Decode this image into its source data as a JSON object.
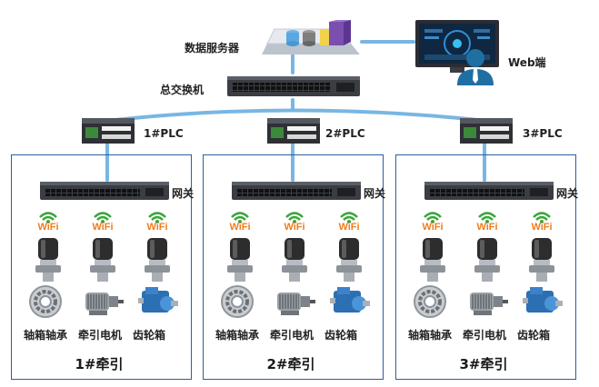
{
  "diagram": {
    "server_label": "数据服务器",
    "core_switch_label": "总交换机",
    "web_label": "Web端",
    "gateway_label": "网关",
    "colors": {
      "link": "#79b6e3",
      "frame": "#2b5f9c",
      "wifi_green": "#3aa63a",
      "wifi_orange": "#f07c1c"
    },
    "groups": [
      {
        "plc_label": "1#PLC",
        "title": "1#牵引",
        "wifi_text": [
          "WiFi",
          "WiFi",
          "WiFi"
        ],
        "components": [
          "轴箱轴承",
          "牵引电机",
          "齿轮箱"
        ]
      },
      {
        "plc_label": "2#PLC",
        "title": "2#牵引",
        "wifi_text": [
          "WiFi",
          "WiFi",
          "WiFi"
        ],
        "components": [
          "轴箱轴承",
          "牵引电机",
          "齿轮箱"
        ]
      },
      {
        "plc_label": "3#PLC",
        "title": "3#牵引",
        "wifi_text": [
          "WiFi",
          "WiFi",
          "WiFi"
        ],
        "components": [
          "轴箱轴承",
          "牵引电机",
          "齿轮箱"
        ]
      }
    ]
  }
}
